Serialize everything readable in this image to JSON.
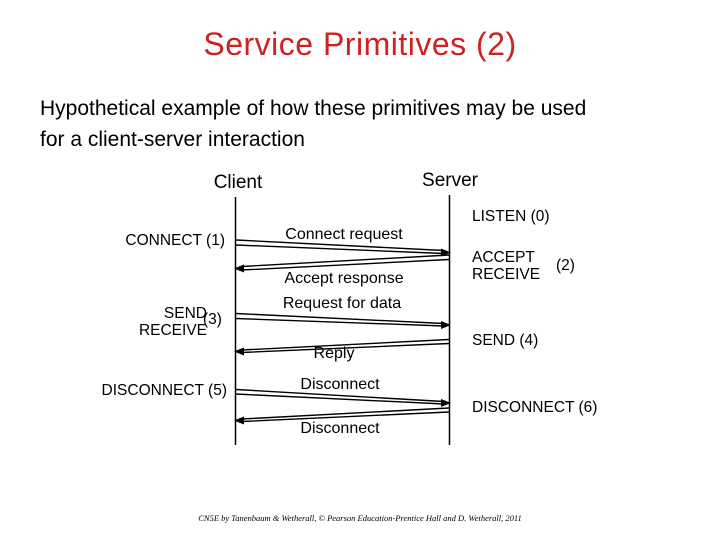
{
  "slide": {
    "title": "Service Primitives (2)",
    "subtitle": {
      "line1": "Hypothetical example of how these primitives may be used",
      "line2": "for a client-server interaction"
    },
    "footer": "CN5E by Tanenbaum & Wetherall, © Pearson Education-Prentice Hall and D. Wetherall, 2011"
  },
  "diagram": {
    "columns": {
      "client": "Client",
      "server": "Server"
    },
    "left_primitives": [
      {
        "label": "CONNECT (1)"
      },
      {
        "lines": [
          "SEND",
          "RECEIVE"
        ],
        "number": "(3)"
      },
      {
        "label": "DISCONNECT (5)"
      }
    ],
    "right_primitives": [
      {
        "label": "LISTEN (0)"
      },
      {
        "lines": [
          "ACCEPT",
          "RECEIVE"
        ],
        "number": "(2)"
      },
      {
        "label": "SEND (4)"
      },
      {
        "label": "DISCONNECT (6)"
      }
    ],
    "messages": [
      {
        "label": "Connect request",
        "from": "client",
        "to": "server"
      },
      {
        "label": "Accept response",
        "from": "server",
        "to": "client"
      },
      {
        "label": "Request for data",
        "from": "client",
        "to": "server"
      },
      {
        "label": "Reply",
        "from": "server",
        "to": "client"
      },
      {
        "label": "Disconnect",
        "from": "client",
        "to": "server"
      },
      {
        "label": "Disconnect",
        "from": "server",
        "to": "client"
      }
    ]
  },
  "colors": {
    "title_red": "#CC2222",
    "text_black": "#000000",
    "line_black": "#000000"
  }
}
